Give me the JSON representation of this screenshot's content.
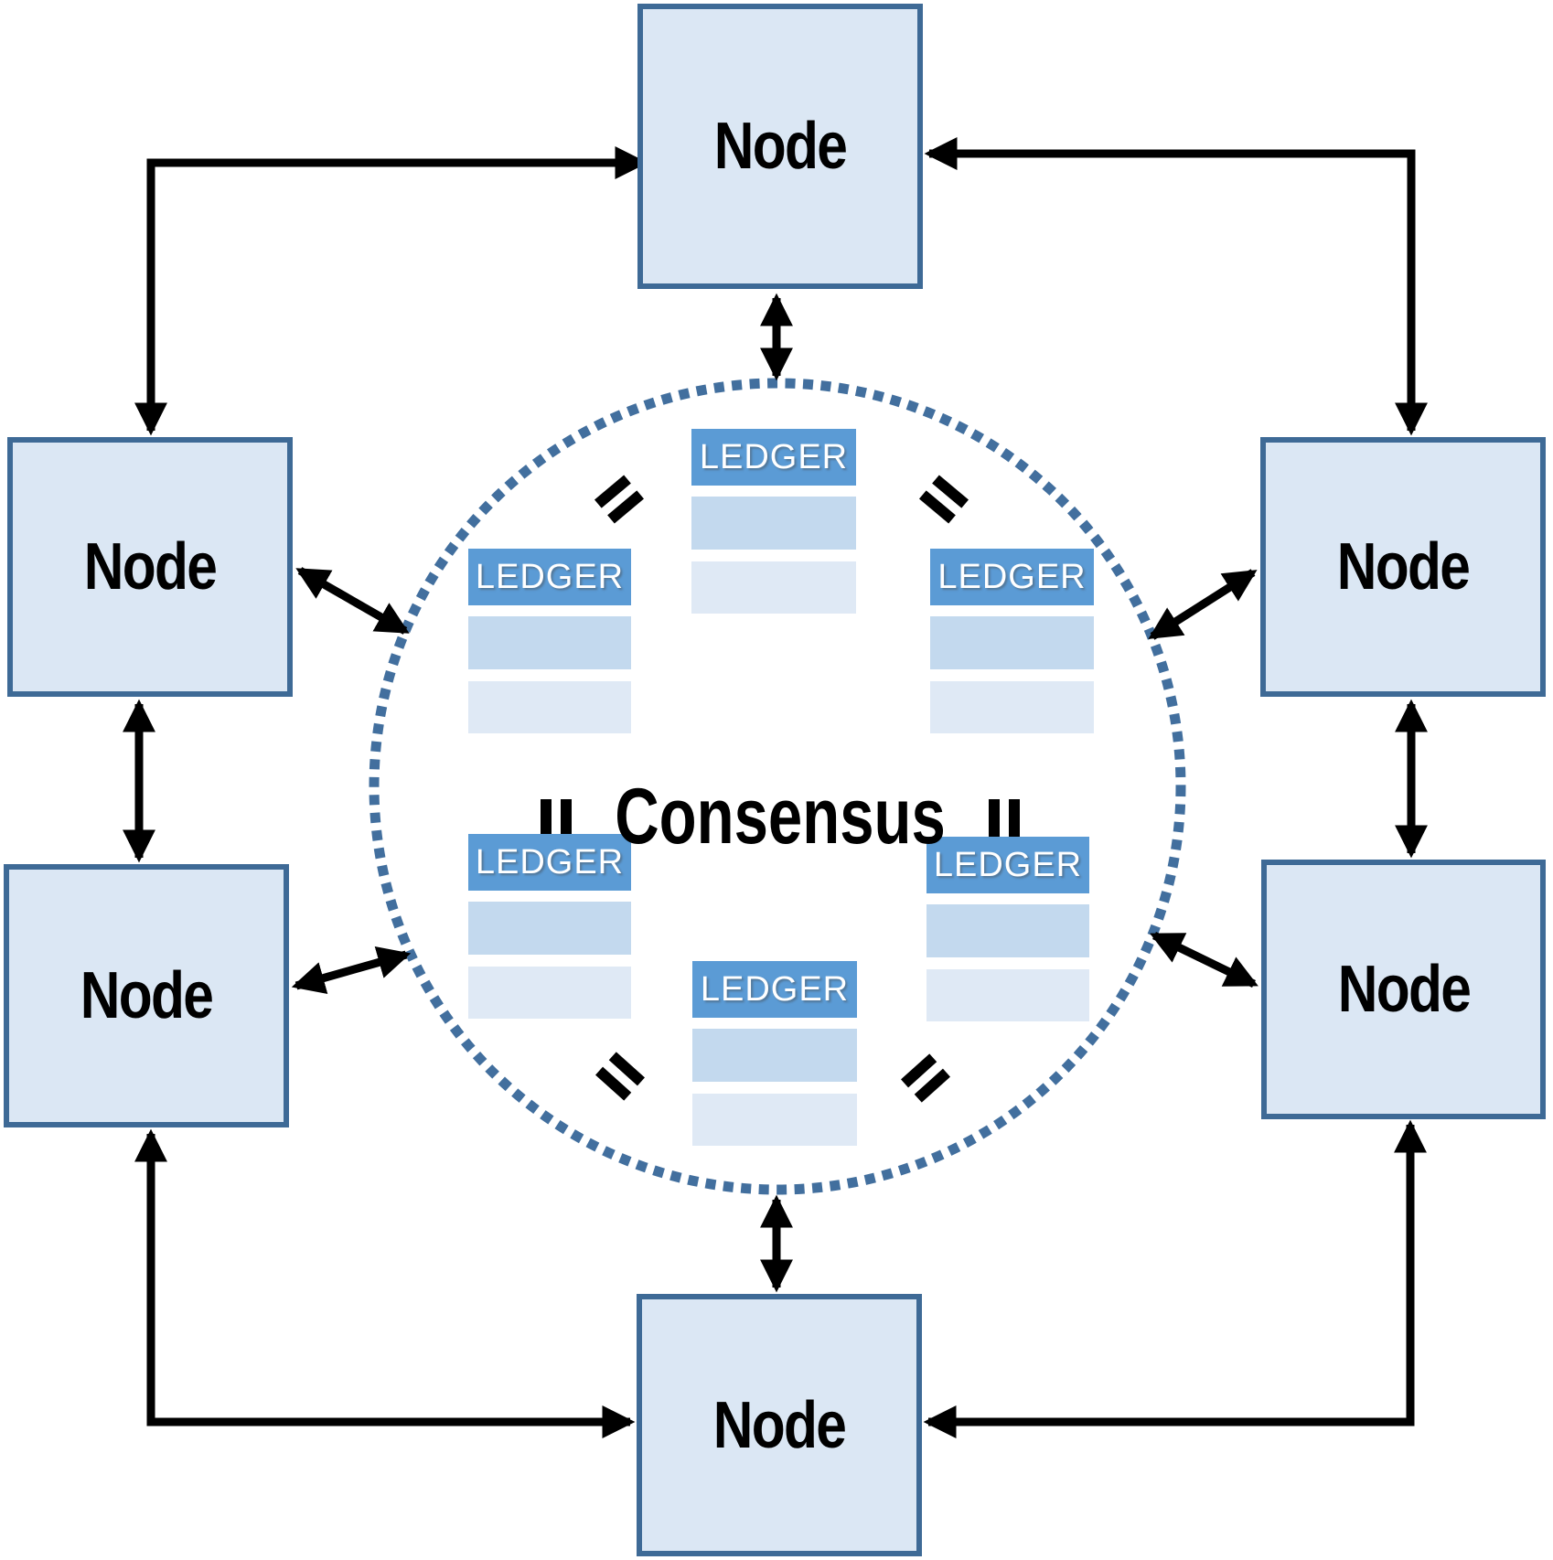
{
  "diagram": {
    "type": "peer-to-peer-consensus-network",
    "consensus": {
      "label": "Consensus"
    },
    "nodes": [
      {
        "position": "top",
        "label": "Node"
      },
      {
        "position": "left-upper",
        "label": "Node"
      },
      {
        "position": "left-lower",
        "label": "Node"
      },
      {
        "position": "right-upper",
        "label": "Node"
      },
      {
        "position": "right-lower",
        "label": "Node"
      },
      {
        "position": "bottom",
        "label": "Node"
      }
    ],
    "ledgers": [
      {
        "position": "center-top",
        "label": "LEDGER"
      },
      {
        "position": "left-upper",
        "label": "LEDGER"
      },
      {
        "position": "right-upper",
        "label": "LEDGER"
      },
      {
        "position": "left-lower",
        "label": "LEDGER"
      },
      {
        "position": "right-lower",
        "label": "LEDGER"
      },
      {
        "position": "center-bottom",
        "label": "LEDGER"
      }
    ],
    "equals_marks": 6,
    "connections": "all arrows are double-headed (bidirectional)",
    "colors": {
      "background": "#ffffff",
      "node_fill": "#dbe7f4",
      "node_border": "#3e6a96",
      "ledger_header": "#5b9bd5",
      "ledger_row1": "#c3d9ee",
      "ledger_row2": "#dfe9f5",
      "ledger_text": "#ffffff",
      "dotted_circle": "#426f9e",
      "arrow": "#000000",
      "text": "#000000"
    }
  }
}
